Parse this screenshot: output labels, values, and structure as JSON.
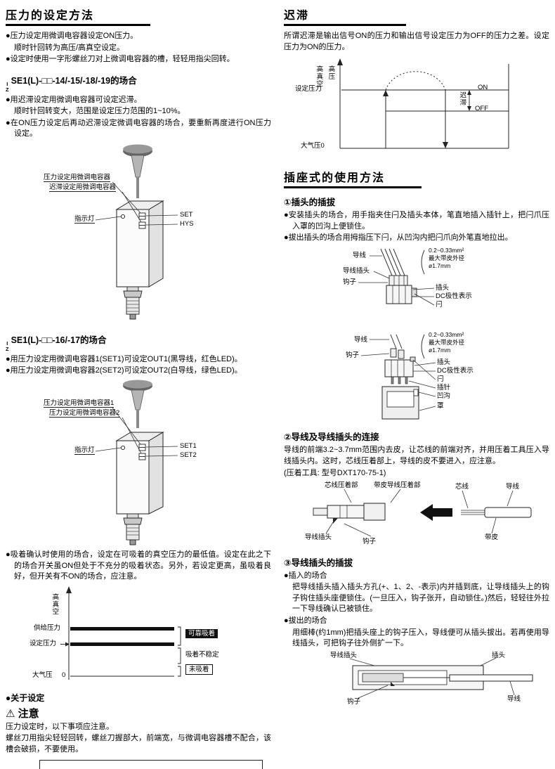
{
  "left": {
    "title": "压力的设定方法",
    "intro": [
      "●压力设定用微调电容器设定ON压力。",
      "顺时针回转为高压/高真空设定。",
      "●设定时使用一字形螺丝刀对上微调电容器的槽，轻轻用指尖回转。"
    ],
    "model1": {
      "prefix_top": "I",
      "prefix_bottom": "Z",
      "heading": "SE1(L)-□□-14/-15/-18/-19的场合",
      "bullets": [
        "●用迟滞设定用微调电容器可设定迟滞。",
        "顺时针回转变大，范围是设定压力范围的1~10%。",
        "●在ON压力设定后再动迟滞设定微调电容器的场合，要重新再度进行ON压力设定。"
      ],
      "fig": {
        "label_trimmer1": "压力设定用微调电容器",
        "label_trimmer2": "迟滞设定用微调电容器",
        "label_set": "SET",
        "label_hys": "HYS",
        "label_led": "指示灯"
      }
    },
    "model2": {
      "prefix_top": "I",
      "prefix_bottom": "Z",
      "heading": "SE1(L)-□□-16/-17的场合",
      "bullets": [
        "●用压力设定用微调电容器1(SET1)可设定OUT1(黑导线，红色LED)。",
        "●用压力设定用微调电容器2(SET2)可设定OUT2(白导线，绿色LED)。"
      ],
      "fig": {
        "label_trimmer1": "压力设定用微调电容器1",
        "label_trimmer2": "压力设定用微调电容器2",
        "label_set1": "SET1",
        "label_set2": "SET2",
        "label_led": "指示灯"
      }
    },
    "adsorption_note": "●吸着确认时使用的场合，设定在可吸着的真空压力的最低值。设定在此之下的场合开关虽ON但处于不充分的吸着状态。另外，若设定更高，虽吸着良好，但开关有不ON的场合，应注意。",
    "vacuum_chart": {
      "axis_label": "高真空",
      "supply_label": "供给压力",
      "set_label": "设定压力",
      "atm_label": "大气压",
      "zero": "0",
      "zone_good": "可靠吸着",
      "zone_unstable": "吸着不稳定",
      "zone_none": "未吸着"
    },
    "about_setting": "●关于设定",
    "caution_icon": "⚠",
    "caution_title": "注意",
    "caution_lines": [
      "压力设定时，以下事项应注意。",
      "螺丝刀用指尖轻轻回转，螺丝刀握部大，前端宽，与微调电容器槽不配合，该槽会破损，不要使用。"
    ]
  },
  "right": {
    "hysteresis": {
      "title": "迟滞",
      "body": "所谓迟滞是输出信号ON的压力和输出信号设定压力为OFF的压力之差。设定压力为ON的压力。",
      "chart": {
        "axis_label1": "高真空",
        "axis_label2": "高压",
        "set_label": "设定压力",
        "on": "ON",
        "off": "OFF",
        "hys_label": "迟滞",
        "atm": "大气压0"
      }
    },
    "socket": {
      "title": "插座式的使用方法",
      "s1": {
        "heading": "①插头的插拔",
        "bullets": [
          "●安装插头的场合，用手指夹住闩及插头本体，笔直地插入插针上，把闩爪压入罩的凹沟上便锁住。",
          "●拔出插头的场合用拇指压下闩，从凹沟内把闩爪向外笔直地拉出。"
        ],
        "fig": {
          "wire1": "导线",
          "note1a": "0.2~0.33mm²",
          "note1b": "最大带皮外径",
          "note1c": "ø1.7mm",
          "wire_plug1": "导线插头",
          "hook1": "钩子",
          "plug1": "插头",
          "dc1": "DC极性表示",
          "latch1": "闩",
          "wire2": "导线",
          "note2a": "0.2~0.33mm²",
          "note2b": "最大带皮外径",
          "note2c": "ø1.7mm",
          "hook2": "钩子",
          "plug2": "插头",
          "dc2": "DC极性表示",
          "latch2": "闩",
          "pin": "插针",
          "groove": "凹沟",
          "cover": "罩"
        }
      },
      "s2": {
        "heading": "②导线及导线插头的连接",
        "body": "导线的前端3.2~3.7mm范围内去皮，让芯线的前端对齐，并用压着工具压入导线插头内。这时，芯线压着部上，导线的皮不要进入，应注意。",
        "tool": "(压着工具: 型号DXT170-75-1)",
        "fig": {
          "core_crimp": "芯线压着部",
          "sheath_crimp": "带皮导线压着部",
          "core": "芯线",
          "wire": "导线",
          "wire_plug": "导线插头",
          "hook": "钩子",
          "sheath": "带皮"
        }
      },
      "s3": {
        "heading": "③导线插头的插拔",
        "insert_head": "●插入的场合",
        "insert_body": "把导线插头插入插头方孔(+、1、2、-表示)内并插到底，让导线插头上的钩子钩住插头座便锁住。(一旦压入，钩子张开，自动锁住。)然后，轻轻往外拉一下导线确认已被锁住。",
        "remove_head": "●拔出的场合",
        "remove_body": "用细棒(约1mm)把插头座上的钩子压入，导线便可从插头拔出。若再使用导线插头，可把钩子往外侧扩一下。",
        "fig": {
          "wire_plug": "导线插头",
          "plug": "插头",
          "hook": "钩子",
          "wire": "导线"
        }
      }
    }
  }
}
